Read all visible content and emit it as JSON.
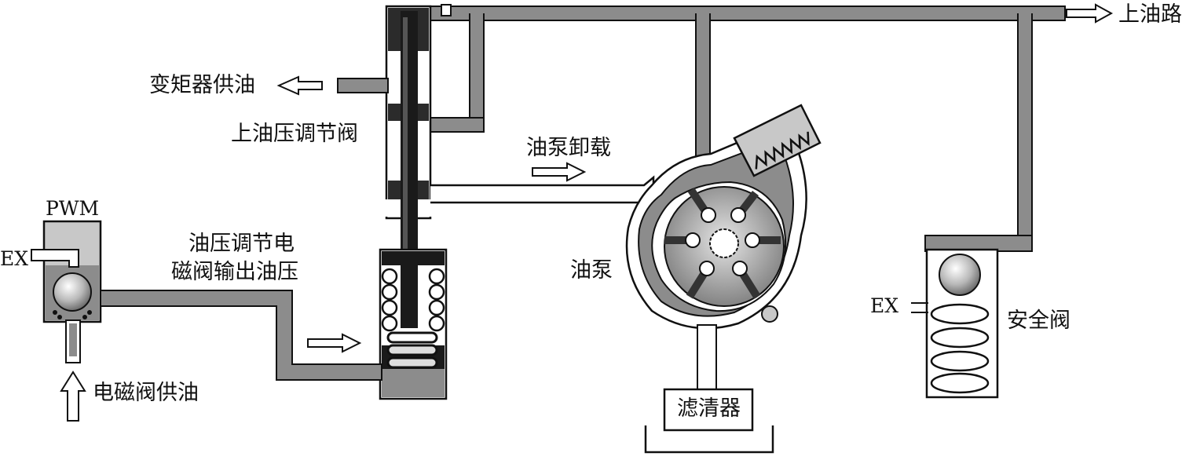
{
  "labels": {
    "main_line": "上油路",
    "converter_feed": "变矩器供油",
    "main_regulator": "上油压调节阀",
    "pump_unload": "油泵卸载",
    "pwm": "PWM",
    "ex_left": "EX",
    "solenoid_output_1": "油压调节电",
    "solenoid_output_2": "磁阀输出油压",
    "pump": "油泵",
    "ex_right": "EX",
    "safety_valve": "安全阀",
    "solenoid_feed": "电磁阀供油",
    "filter": "滤清器"
  },
  "colors": {
    "oil": "#8c8c8c",
    "dark_oil": "#2b2b2b",
    "light_fill": "#c8c8c8",
    "outline": "#111111"
  }
}
